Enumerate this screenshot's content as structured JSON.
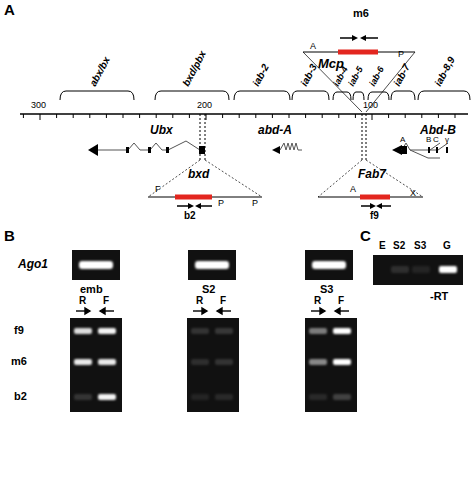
{
  "diagram": {
    "labels": [
      "A",
      "m6",
      "A",
      "P",
      "Mcp",
      "abx/bx",
      "bxd/pbx",
      "iab-2",
      "iab-3",
      "iab-4",
      "iab-5",
      "iab-6",
      "iab-7",
      "iab-8,9",
      "300",
      "200",
      "100",
      "Ubx",
      "abd-A",
      "Abd-B",
      "A",
      "B",
      "C",
      "γ",
      "bxd",
      "F",
      "P",
      "P",
      "b2",
      "Fab7",
      "A",
      "X",
      "f9",
      "B",
      "Ago1",
      "emb",
      "S2",
      "S3",
      "R",
      "F",
      "R",
      "F",
      "R",
      "F",
      "f9",
      "m6",
      "b2",
      "C",
      "E",
      "S2",
      "S3",
      "G",
      "-RT"
    ]
  }
}
